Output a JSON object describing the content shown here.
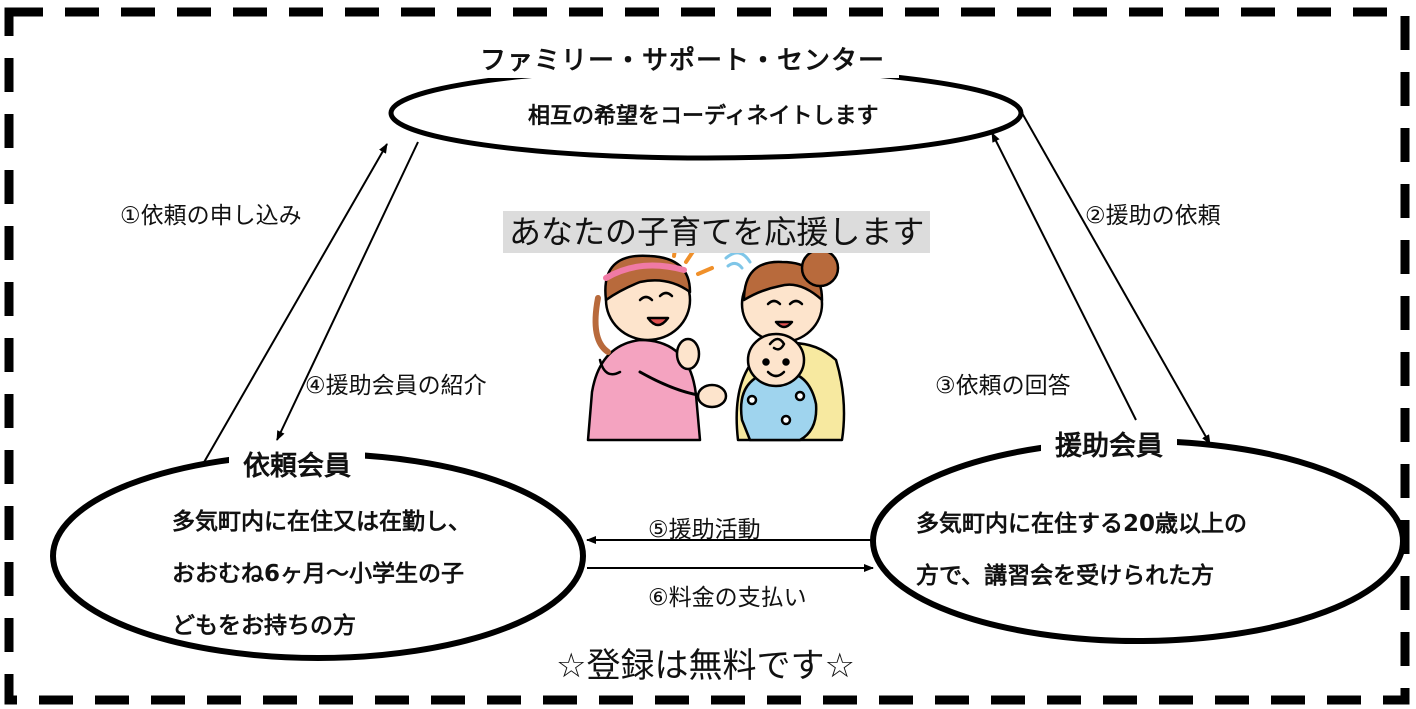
{
  "center": {
    "title": "ファミリー・サポート・センター",
    "subtitle": "相互の希望をコーディネイトします"
  },
  "requester": {
    "title": "依頼会員",
    "lines": [
      "多気町内に在住又は在勤し、",
      "おおむね6ヶ月～小学生の子",
      "どもをお持ちの方"
    ]
  },
  "helper": {
    "title": "援助会員",
    "lines": [
      "多気町内に在住する20歳以上の",
      "方で、講習会を受けられた方"
    ]
  },
  "steps": {
    "s1": "①依頼の申し込み",
    "s2": "②援助の依頼",
    "s3": "③依頼の回答",
    "s4": "④援助会員の紹介",
    "s5": "⑤援助活動",
    "s6": "⑥料金の支払い"
  },
  "banner": "あなたの子育てを応援します",
  "footer": "☆登録は無料です☆",
  "colors": {
    "banner_bg": "#dcdcdc",
    "border": "#000000",
    "apron_pink": "#f4a3c0",
    "baby_blue": "#9fd4ee",
    "skin": "#fde4cc",
    "hair_brown": "#b86a3c",
    "sweater_yellow": "#f7e9a0",
    "accent_orange": "#f0902a"
  }
}
